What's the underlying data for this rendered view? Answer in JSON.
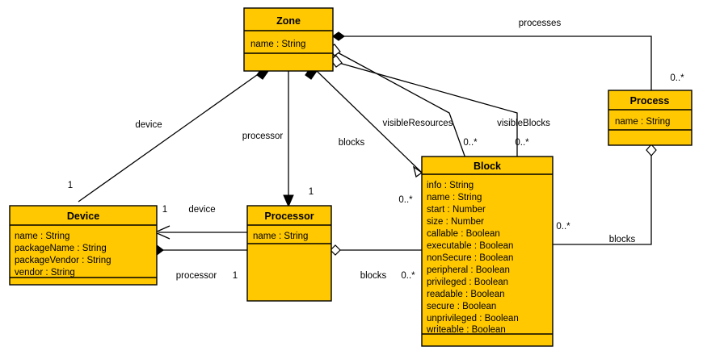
{
  "diagram": {
    "kind": "uml-class-diagram",
    "background_color": "#FFFFFF",
    "class_fill_color": "#FFC800",
    "line_color": "#000000",
    "classes": [
      {
        "id": "zone",
        "name": "Zone",
        "attributes": [
          "name : String"
        ]
      },
      {
        "id": "process",
        "name": "Process",
        "attributes": [
          "name : String"
        ]
      },
      {
        "id": "device",
        "name": "Device",
        "attributes": [
          "name : String",
          "packageName : String",
          "packageVendor : String",
          "vendor : String"
        ]
      },
      {
        "id": "processor",
        "name": "Processor",
        "attributes": [
          "name : String"
        ]
      },
      {
        "id": "block",
        "name": "Block",
        "attributes": [
          "info : String",
          "name : String",
          "start : Number",
          "size : Number",
          "callable : Boolean",
          "executable : Boolean",
          "nonSecure : Boolean",
          "peripheral : Boolean",
          "privileged : Boolean",
          "readable : Boolean",
          "secure : Boolean",
          "unprivileged : Boolean",
          "writeable : Boolean"
        ]
      }
    ],
    "relations": [
      {
        "id": "zone-processes-process",
        "from": "zone",
        "to": "process",
        "label": "processes",
        "source_decoration": "filled-diamond",
        "target_multiplicity": "0..*"
      },
      {
        "id": "zone-visibleresources-block",
        "from": "zone",
        "to": "block",
        "label": "visibleResources",
        "source_decoration": "hollow-diamond",
        "target_multiplicity": "0..*"
      },
      {
        "id": "zone-visibleblocks-block",
        "from": "zone",
        "to": "block",
        "label": "visibleBlocks",
        "source_decoration": "hollow-diamond",
        "target_multiplicity": "0..*"
      },
      {
        "id": "zone-device-device",
        "from": "zone",
        "to": "device",
        "label": "device",
        "source_decoration": "filled-diamond",
        "target_multiplicity": "1"
      },
      {
        "id": "zone-processor-processor",
        "from": "zone",
        "to": "processor",
        "label": "processor",
        "source_decoration": "none",
        "target_multiplicity": "1"
      },
      {
        "id": "zone-blocks-block",
        "from": "zone",
        "to": "block",
        "label": "blocks",
        "source_decoration": "filled-diamond",
        "target_multiplicity": "0..*"
      },
      {
        "id": "processor-device-device",
        "from": "processor",
        "to": "device",
        "label": "device",
        "source_decoration": "none",
        "target_multiplicity": "1"
      },
      {
        "id": "device-processor-processor",
        "from": "device",
        "to": "processor",
        "label": "processor",
        "source_decoration": "filled-diamond",
        "target_multiplicity": "1"
      },
      {
        "id": "processor-blocks-block",
        "from": "processor",
        "to": "block",
        "label": "blocks",
        "source_decoration": "hollow-diamond",
        "target_multiplicity": "0..*"
      },
      {
        "id": "process-blocks-block",
        "from": "process",
        "to": "block",
        "label": "blocks",
        "source_decoration": "hollow-diamond",
        "target_multiplicity": "0..*"
      }
    ]
  },
  "labels": {
    "processes": "processes",
    "visibleResources": "visibleResources",
    "visibleBlocks": "visibleBlocks",
    "device_from_zone": "device",
    "processor_from_zone": "processor",
    "blocks_from_zone": "blocks",
    "device_from_processor": "device",
    "processor_from_device": "processor",
    "blocks_from_processor": "blocks",
    "blocks_from_process": "blocks"
  },
  "multiplicities": {
    "process_top": "0..*",
    "block_vr": "0..*",
    "block_vb": "0..*",
    "device_top": "1",
    "processor_top": "1",
    "block_left": "0..*",
    "device_right": "1",
    "processor_left_bottom": "1",
    "block_left_bottom": "0..*",
    "block_right": "0..*"
  },
  "class_text": {
    "zone": {
      "title": "Zone",
      "attr0": "name : String"
    },
    "process": {
      "title": "Process",
      "attr0": "name : String"
    },
    "device": {
      "title": "Device",
      "attr0": "name : String",
      "attr1": "packageName : String",
      "attr2": "packageVendor : String",
      "attr3": "vendor : String"
    },
    "processor": {
      "title": "Processor",
      "attr0": "name : String"
    },
    "block": {
      "title": "Block",
      "attr0": "info : String",
      "attr1": "name : String",
      "attr2": "start : Number",
      "attr3": "size : Number",
      "attr4": "callable : Boolean",
      "attr5": "executable : Boolean",
      "attr6": "nonSecure : Boolean",
      "attr7": "peripheral : Boolean",
      "attr8": "privileged : Boolean",
      "attr9": "readable : Boolean",
      "attr10": "secure : Boolean",
      "attr11": "unprivileged : Boolean",
      "attr12": "writeable : Boolean"
    }
  }
}
